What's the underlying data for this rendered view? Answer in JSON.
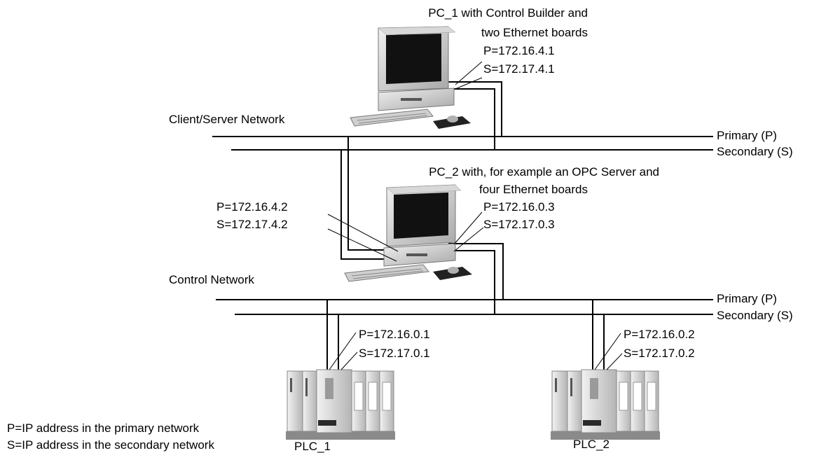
{
  "pc1": {
    "caption_line1": "PC_1 with Control Builder and",
    "caption_line2": "two Ethernet boards",
    "primary_ip": "P=172.16.4.1",
    "secondary_ip": "S=172.17.4.1"
  },
  "pc2": {
    "caption_line1": "PC_2 with, for example an OPC Server and",
    "caption_line2": "four Ethernet boards",
    "left_primary_ip": "P=172.16.4.2",
    "left_secondary_ip": "S=172.17.4.2",
    "right_primary_ip": "P=172.16.0.3",
    "right_secondary_ip": "S=172.17.0.3"
  },
  "client_server_network": {
    "label": "Client/Server Network",
    "primary_label": "Primary (P)",
    "secondary_label": "Secondary (S)"
  },
  "control_network": {
    "label": "Control Network",
    "primary_label": "Primary (P)",
    "secondary_label": "Secondary (S)"
  },
  "plc1": {
    "name": "PLC_1",
    "primary_ip": "P=172.16.0.1",
    "secondary_ip": "S=172.17.0.1"
  },
  "plc2": {
    "name": "PLC_2",
    "primary_ip": "P=172.16.0.2",
    "secondary_ip": "S=172.17.0.2"
  },
  "legend": {
    "primary": "P=IP address in the primary network",
    "secondary": "S=IP address in the secondary network"
  },
  "colors": {
    "line": "#000000",
    "device_light": "#e6e6e6",
    "device_mid": "#c8c8c8",
    "device_dark": "#8a8a8a",
    "screen": "#111111"
  }
}
